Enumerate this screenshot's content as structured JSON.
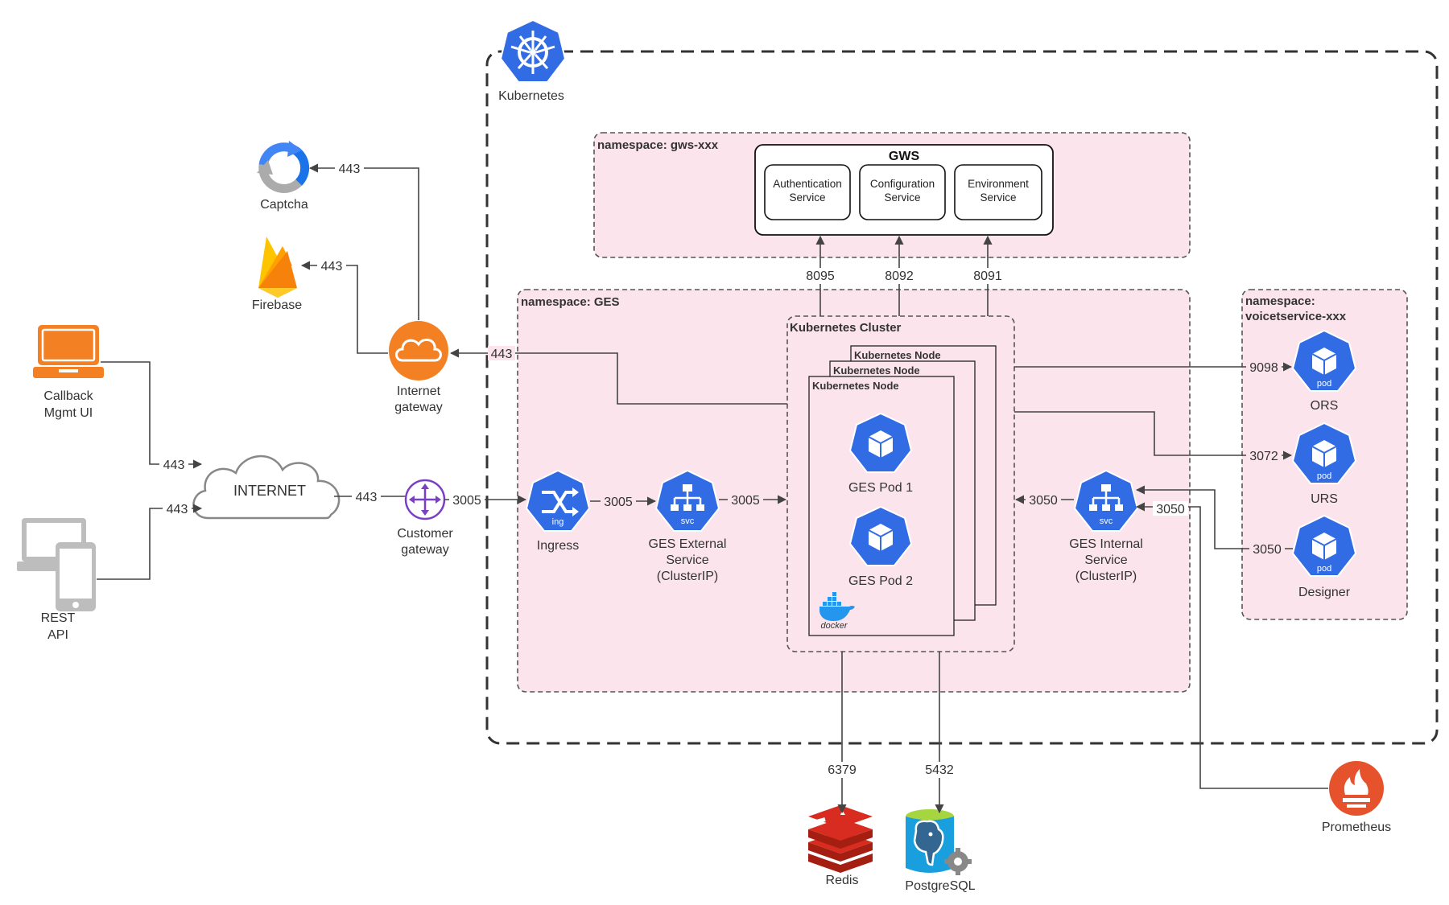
{
  "kubernetes": {
    "label": "Kubernetes",
    "color": "#326CE5"
  },
  "namespaces": {
    "gws": "namespace:  gws-xxx",
    "ges": "namespace: GES",
    "voice_line1": "namespace:",
    "voice_line2": "voicetservice-xxx",
    "fill": "#FCE4EC"
  },
  "gws": {
    "title": "GWS",
    "services": [
      {
        "line1": "Authentication",
        "line2": "Service"
      },
      {
        "line1": "Configuration",
        "line2": "Service"
      },
      {
        "line1": "Environment",
        "line2": "Service"
      }
    ]
  },
  "cluster": {
    "title": "Kubernetes Cluster",
    "node_label": "Kubernetes Node",
    "pods": [
      "GES Pod 1",
      "GES Pod 2"
    ],
    "docker": "docker"
  },
  "left": {
    "captcha": "Captcha",
    "firebase": "Firebase",
    "callback_line1": "Callback",
    "callback_line2": "Mgmt UI",
    "rest_line1": "REST",
    "rest_line2": "API",
    "internet": "INTERNET",
    "internet_gw_line1": "Internet",
    "internet_gw_line2": "gateway",
    "customer_gw_line1": "Customer",
    "customer_gw_line2": "gateway",
    "orange": "#F48024"
  },
  "services": {
    "ingress": "Ingress",
    "ing_tag": "ing",
    "svc_tag": "svc",
    "external": [
      "GES External",
      "Service",
      "(ClusterIP)"
    ],
    "internal": [
      "GES Internal",
      "Service",
      "(ClusterIP)"
    ]
  },
  "voice_pods": {
    "pod_tag": "pod",
    "names": [
      "ORS",
      "URS",
      "Designer"
    ]
  },
  "externals": {
    "redis": "Redis",
    "postgres": "PostgreSQL",
    "prometheus": "Prometheus"
  },
  "ports": {
    "captcha": "443",
    "firebase": "443",
    "callback": "443",
    "rest": "443",
    "internet_out": "443",
    "to_internet_gw": "443",
    "customer_gw": "3005",
    "ingress_out": "3005",
    "external_out": "3005",
    "internal_in": "3050",
    "internal_right": "3050",
    "designer": "3050",
    "ors": "9098",
    "urs": "3072",
    "auth": "8095",
    "config": "8092",
    "env": "8091",
    "redis": "6379",
    "postgres": "5432"
  }
}
